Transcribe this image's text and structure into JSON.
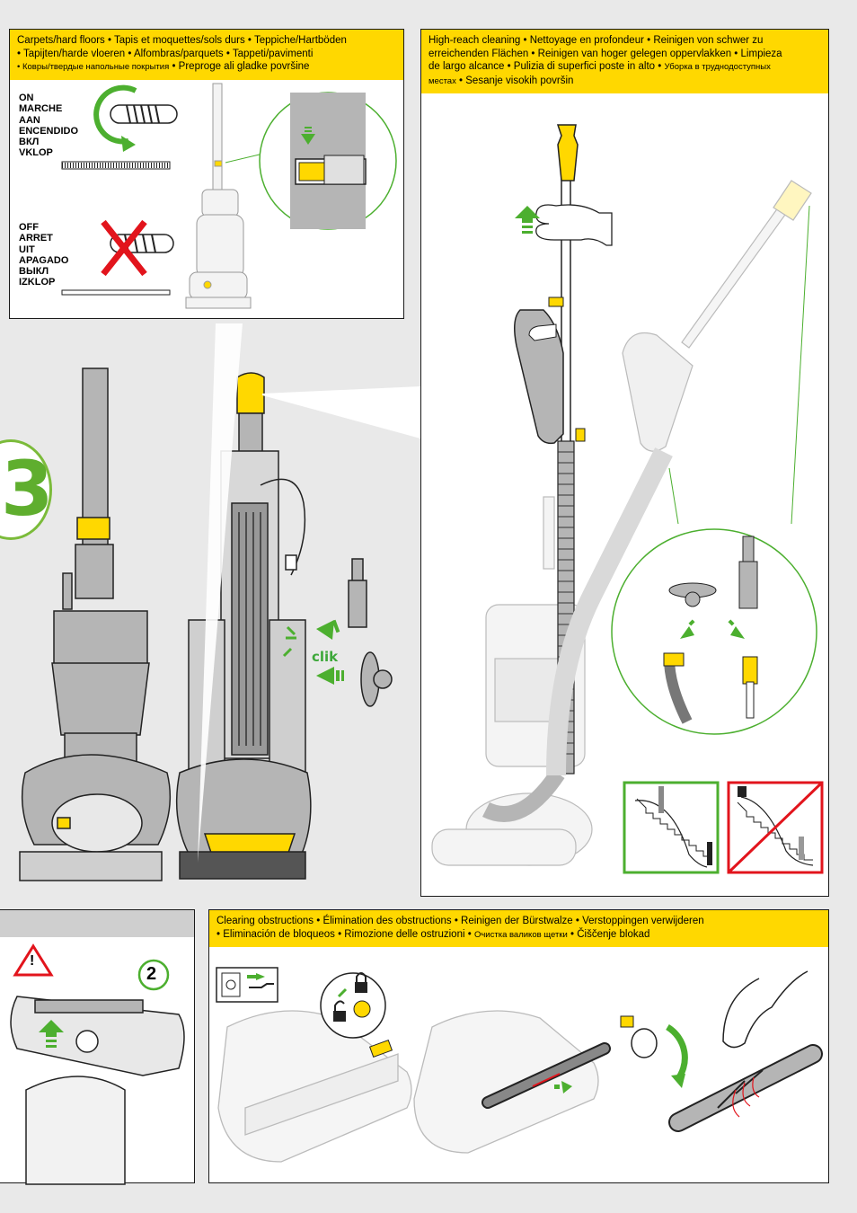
{
  "step_number": "3",
  "panel_carpets": {
    "header_line1": "Carpets/hard floors • Tapis et moquettes/sols durs • Teppiche/Hartböden",
    "header_line2": "• Tapijten/harde vloeren • Alfombras/parquets • Tappeti/pavimenti",
    "header_line3_small": "• Ковры/твердые напольные покрытия",
    "header_line3": " • Preproge ali gladke površine",
    "on_labels": [
      "ON",
      "MARCHE",
      "AAN",
      "ENCENDIDO",
      "ВКЛ",
      "VKLOP"
    ],
    "off_labels": [
      "OFF",
      "ARRET",
      "UIT",
      "APAGADO",
      "ВЫКЛ",
      "IZKLOP"
    ]
  },
  "panel_highreach": {
    "header_line1": "High-reach cleaning • Nettoyage en profondeur • Reinigen von schwer zu",
    "header_line2": "erreichenden Flächen • Reinigen van hoger gelegen oppervlakken • Limpieza",
    "header_line3a": "de largo alcance • Pulizia di superfici poste in alto • ",
    "header_line3b_small": "Уборка в труднодоступных",
    "header_line4_small": "местах",
    "header_line4": " • Sesanje visokih površin"
  },
  "clik_label": "clik",
  "panel_left_bottom": {
    "badge_number": "2",
    "warning_symbol": "!"
  },
  "panel_obstructions": {
    "header_line1": "Clearing obstructions • Élimination des obstructions • Reinigen der Bürstwalze • Verstoppingen verwijderen",
    "header_line2a": "• Eliminación de bloqueos • Rimozione delle ostruzioni • ",
    "header_line2_small": "Очистка валиков щетки",
    "header_line2b": " • Čiščenje blokad"
  },
  "colors": {
    "accent_yellow": "#ffd800",
    "green": "#4caf2f",
    "red": "#e2141c",
    "grey": "#b5b5b5"
  }
}
